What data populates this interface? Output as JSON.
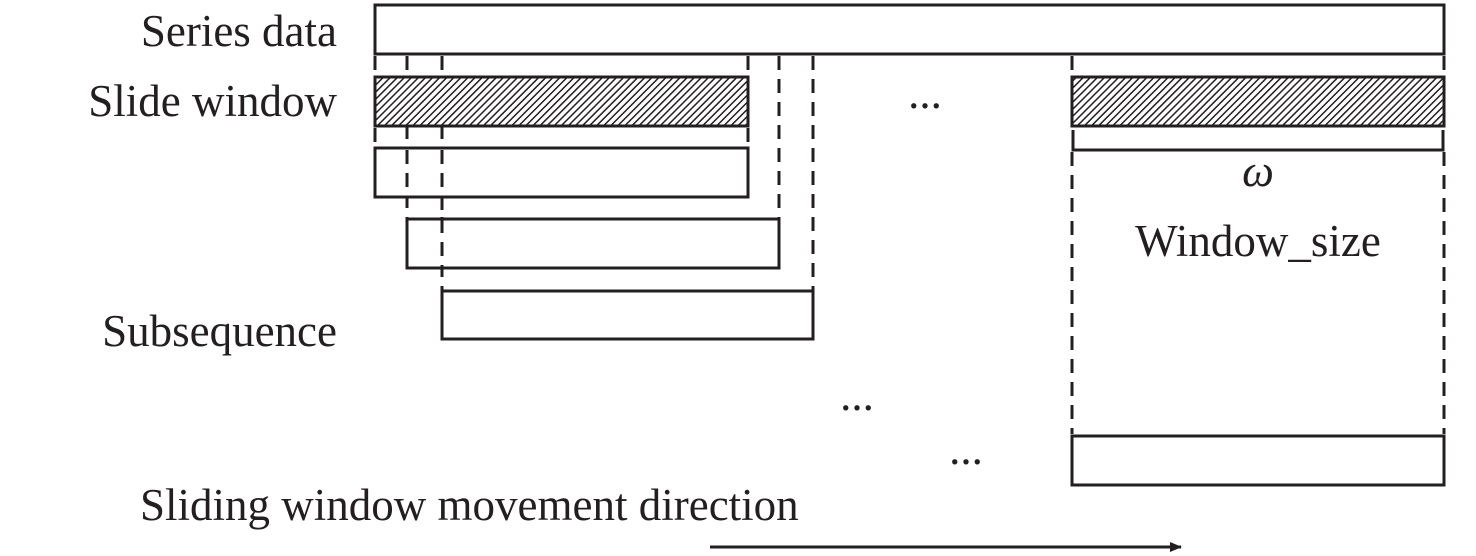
{
  "labels": {
    "series_data": "Series data",
    "slide_window": "Slide window",
    "subsequence": "Subsequence",
    "omega": "ω",
    "window_size": "Window_size",
    "direction": "Sliding window movement direction",
    "ellipsis_top": "...",
    "ellipsis_mid": "...",
    "ellipsis_bottom": "..."
  },
  "colors": {
    "ink": "#231f20",
    "background": "#ffffff"
  }
}
